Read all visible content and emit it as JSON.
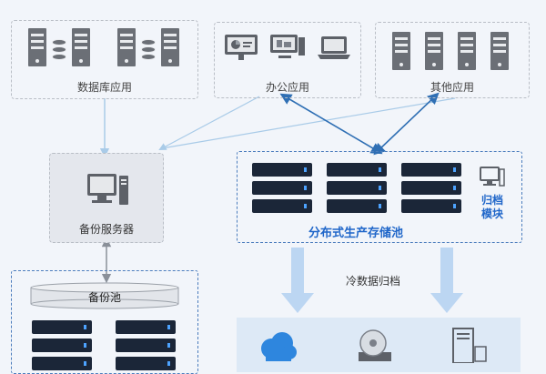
{
  "top_groups": {
    "database": "数据库应用",
    "office": "办公应用",
    "other": "其他应用"
  },
  "backup_server": "备份服务器",
  "storage_pool": "分布式生产存储池",
  "archive_module": "归档\n模块",
  "cold_archive": "冷数据归档",
  "backup_pool": "备份池",
  "colors": {
    "accent_blue": "#1f66c9",
    "line_light": "#a9cbe8",
    "line_dark": "#2f6fb4",
    "rack": "#1b2638",
    "arrow_fill": "#bcd6f2"
  }
}
